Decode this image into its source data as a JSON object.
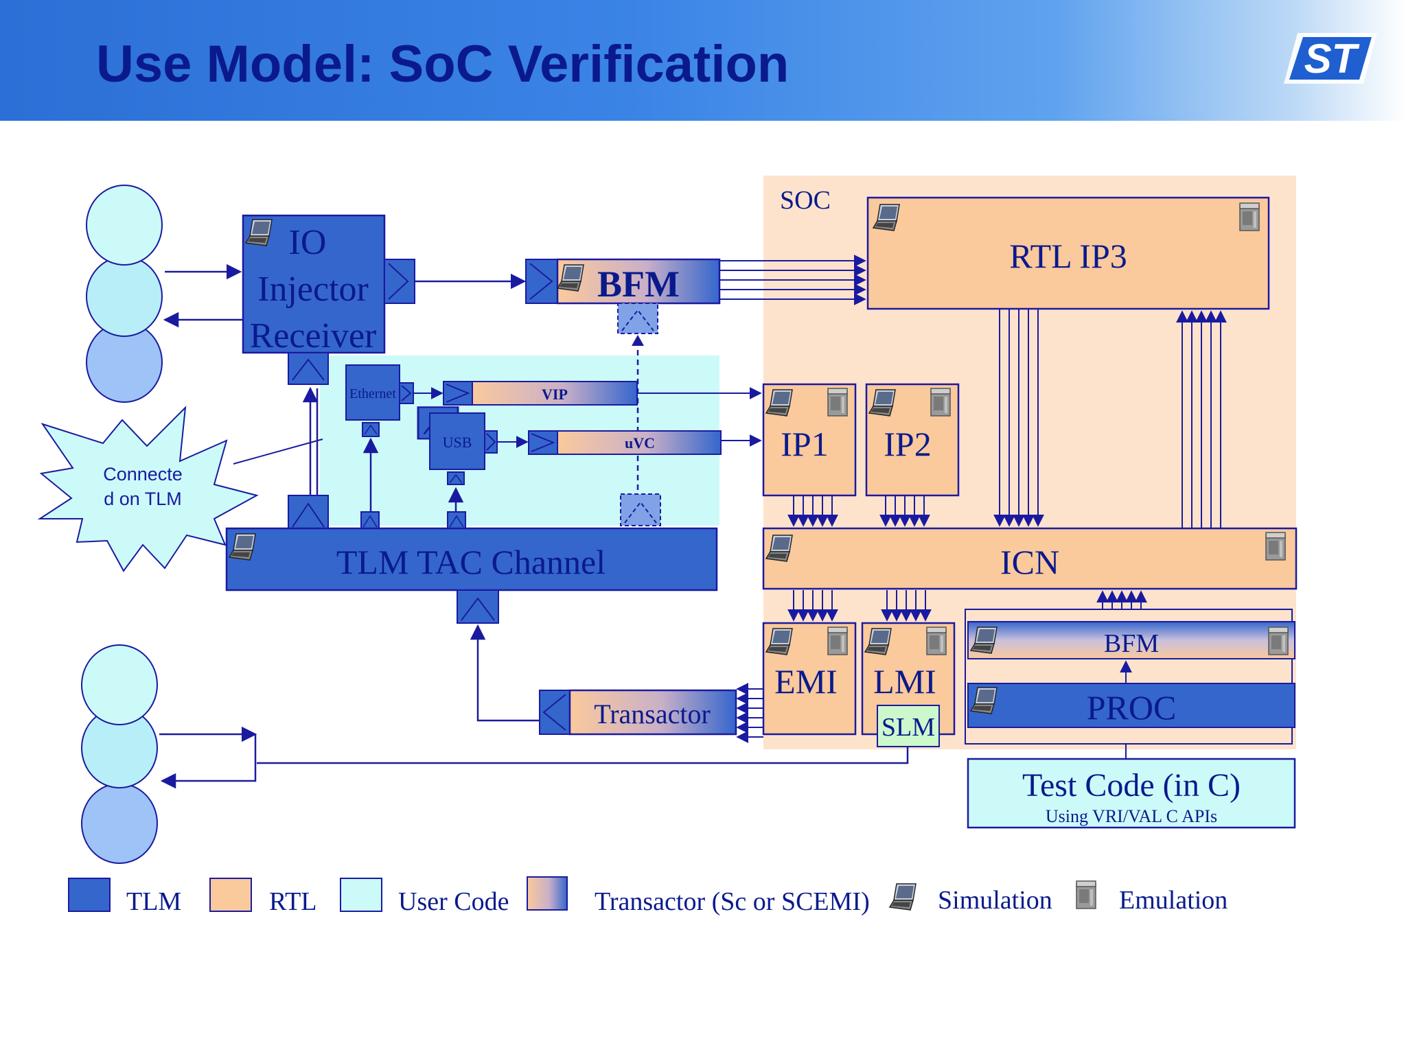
{
  "slide": {
    "title": "Use Model: SoC Verification",
    "logo_text": "ST"
  },
  "colors": {
    "tlm": "#3566cc",
    "rtl": "#fac99c",
    "soc_region": "#fde3cc",
    "user_code": "#ccfaf8",
    "border": "#1a1aa0",
    "text": "#0a1a8c",
    "slm": "#ccf9cc"
  },
  "blocks": {
    "soc_label": "SOC",
    "io_injector": "IO Injector Receiver",
    "bfm_top": "BFM",
    "rtl_ip3": "RTL IP3",
    "ethernet": "Ethernet",
    "usb": "USB",
    "vip": "VIP",
    "uvc": "uVC",
    "ip1": "IP1",
    "ip2": "IP2",
    "tlm_tac": "TLM TAC Channel",
    "icn": "ICN",
    "emi": "EMI",
    "lmi": "LMI",
    "slm": "SLM",
    "bfm_proc": "BFM",
    "proc": "PROC",
    "transactor": "Transactor",
    "test_code": "Test Code (in C)",
    "test_code_sub": "Using VRI/VAL C APIs",
    "connected": "Connected on TLM"
  },
  "legend": [
    {
      "label": "TLM",
      "type": "tlm"
    },
    {
      "label": "RTL",
      "type": "rtl"
    },
    {
      "label": "User Code",
      "type": "user"
    },
    {
      "label": "Transactor (Sc or SCEMI)",
      "type": "transactor"
    },
    {
      "label": "Simulation",
      "type": "simulation-icon"
    },
    {
      "label": "Emulation",
      "type": "emulation-icon"
    }
  ]
}
